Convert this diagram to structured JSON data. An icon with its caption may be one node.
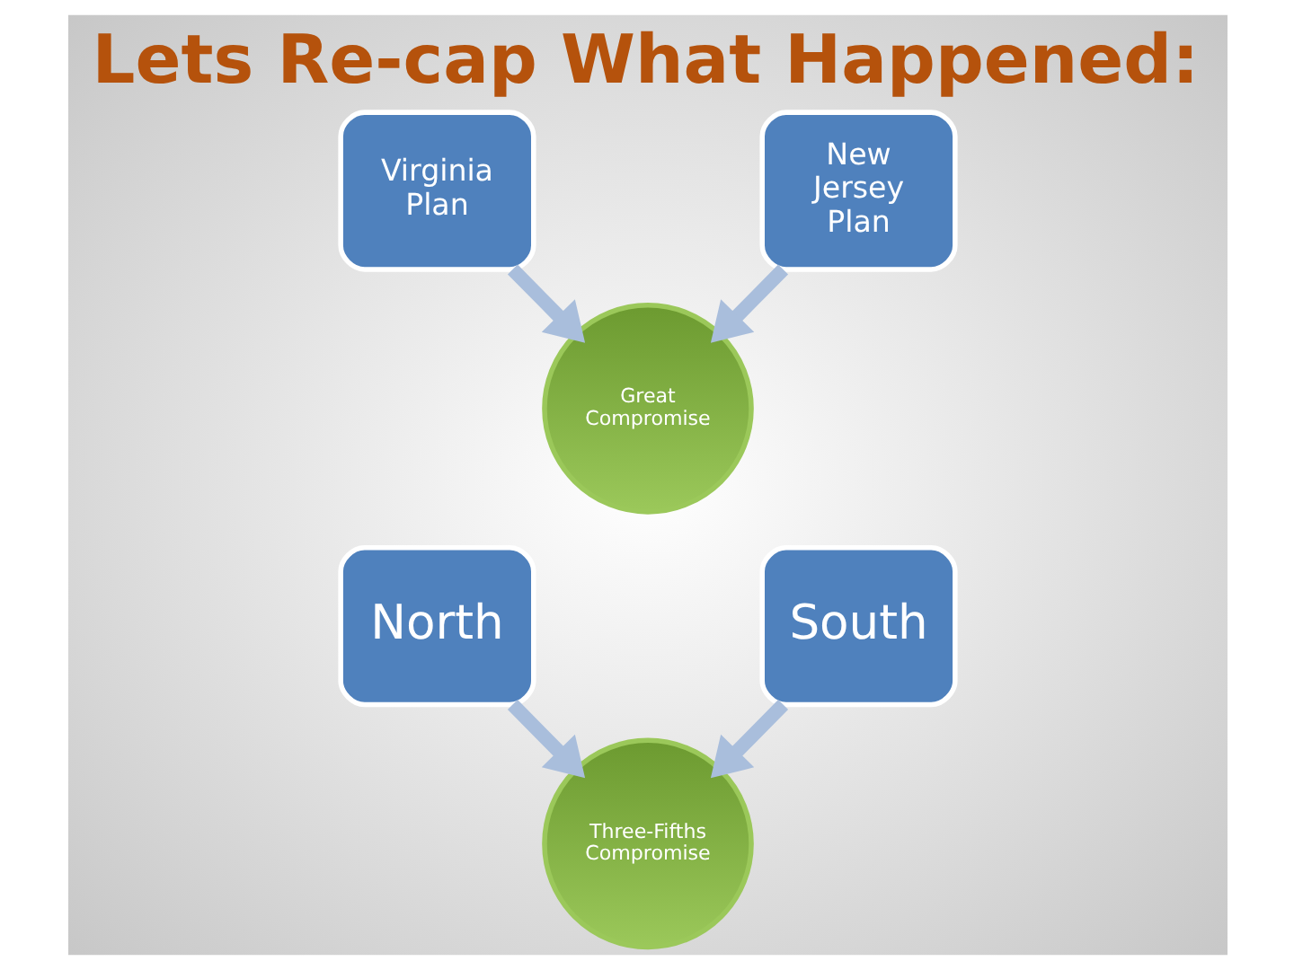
{
  "diagram": {
    "title": "Lets Re-cap What Happened:",
    "nodes": [
      {
        "text": [
          "Virginia Plan"
        ]
      },
      {
        "text": [
          "New Jersey Plan"
        ]
      },
      {
        "text": [
          "Great Compromise"
        ]
      },
      {
        "text": [
          "North"
        ]
      },
      {
        "text": [
          "South"
        ]
      },
      {
        "text": [
          "Three-Fifths Compromise"
        ]
      }
    ],
    "edges": [
      {
        "from": 0,
        "to": 2,
        "arrow": "to"
      },
      {
        "from": 1,
        "to": 2,
        "arrow": "to"
      },
      {
        "from": 3,
        "to": 5,
        "arrow": "to"
      },
      {
        "from": 4,
        "to": 5,
        "arrow": "to"
      }
    ]
  }
}
